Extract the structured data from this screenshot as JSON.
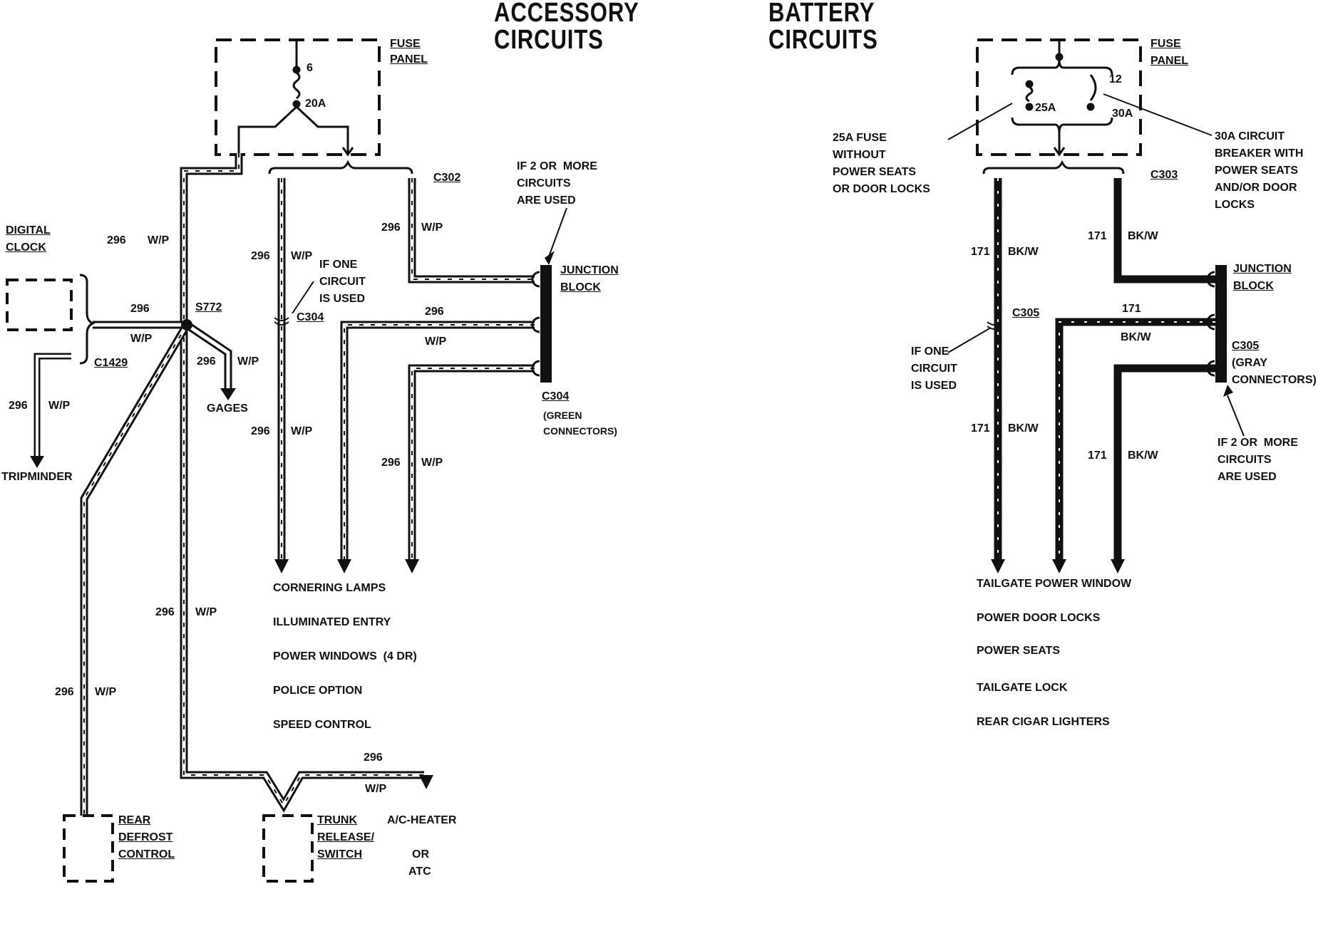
{
  "accessory": {
    "title_line1": "ACCESSORY",
    "title_line2": "CIRCUITS",
    "fuse_panel": {
      "line1": "FUSE",
      "line2": "PANEL",
      "fuse_number": "6",
      "fuse_rating": "20A"
    },
    "connector_c302": "C302",
    "note_two_circuits": [
      "IF 2 OR  MORE",
      "CIRCUITS",
      "ARE USED"
    ],
    "note_one_circuit": [
      "IF ONE",
      "CIRCUIT",
      "IS USED"
    ],
    "connector_c304_inline": "C304",
    "junction_block": {
      "line1": "JUNCTION",
      "line2": "BLOCK"
    },
    "connector_c304": {
      "label": "C304",
      "note1": "(GREEN",
      "note2": "CONNECTORS)"
    },
    "digital_clock": {
      "line1": "DIGITAL",
      "line2": "CLOCK"
    },
    "splice": "S772",
    "connector_c1429": "C1429",
    "gages": "GAGES",
    "tripminder": "TRIPMINDER",
    "rear_defrost": [
      "REAR",
      "DEFROST",
      "CONTROL"
    ],
    "trunk_release": [
      "TRUNK",
      "RELEASE/",
      "SWITCH"
    ],
    "ac_heater": [
      "A/C-HEATER",
      "OR",
      "ATC"
    ],
    "circuit": "296",
    "wire_color": "W/P",
    "loads": [
      "CORNERING LAMPS",
      "ILLUMINATED ENTRY",
      "POWER WINDOWS  (4 DR)",
      "POLICE OPTION",
      "SPEED CONTROL"
    ]
  },
  "battery": {
    "title_line1": "BATTERY",
    "title_line2": "CIRCUITS",
    "fuse_panel": {
      "line1": "FUSE",
      "line2": "PANEL",
      "number": "12",
      "fuse_rating": "25A",
      "breaker_rating": "30A"
    },
    "note_25a": [
      "25A FUSE",
      "WITHOUT",
      "POWER SEATS",
      "OR DOOR LOCKS"
    ],
    "note_30a": [
      "30A CIRCUIT",
      "BREAKER WITH",
      "POWER SEATS",
      "AND/OR DOOR",
      "LOCKS"
    ],
    "connector_c303": "C303",
    "connector_c305_inline": "C305",
    "note_one_circuit": [
      "IF ONE",
      "CIRCUIT",
      "IS USED"
    ],
    "junction_block": {
      "line1": "JUNCTION",
      "line2": "BLOCK"
    },
    "connector_c305": {
      "label": "C305",
      "note1": "(GRAY",
      "note2": "CONNECTORS)"
    },
    "note_two_circuits": [
      "IF 2 OR  MORE",
      "CIRCUITS",
      "ARE USED"
    ],
    "circuit": "171",
    "wire_color": "BK/W",
    "loads": [
      "TAILGATE POWER WINDOW",
      "POWER DOOR LOCKS",
      "POWER SEATS",
      "TAILGATE LOCK",
      "REAR CIGAR LIGHTERS"
    ]
  }
}
